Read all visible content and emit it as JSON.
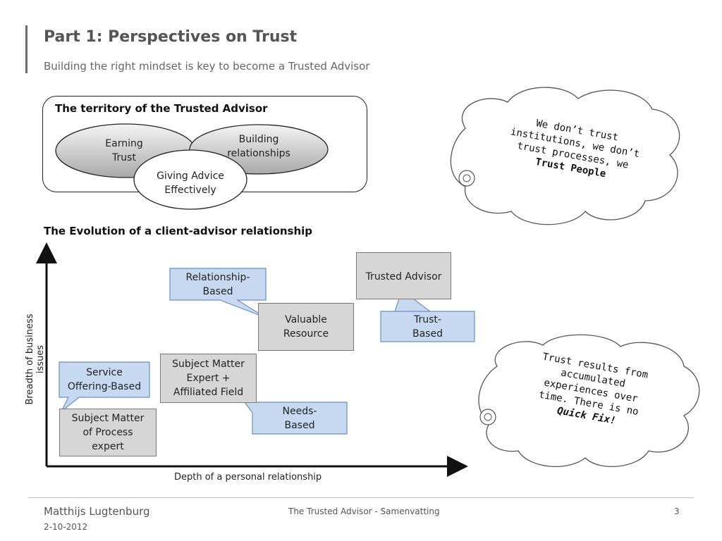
{
  "header": {
    "title": "Part 1: Perspectives on Trust",
    "subtitle": "Building the right mindset is key to become a Trusted Advisor"
  },
  "territory": {
    "title": "The territory of the Trusted Advisor",
    "ellipses": [
      {
        "line1": "Earning",
        "line2": "Trust"
      },
      {
        "line1": "Building",
        "line2": "relationships"
      },
      {
        "line1": "Giving Advice",
        "line2": "Effectively"
      }
    ]
  },
  "evolution": {
    "title": "The Evolution of a client-advisor relationship",
    "x_axis_label": "Depth of a personal relationship",
    "y_axis_label": "Breadth of business issues",
    "stages": [
      {
        "lines": [
          "Subject Matter",
          "of Process",
          "expert"
        ]
      },
      {
        "lines": [
          "Subject Matter",
          "Expert +",
          "Affiliated Field"
        ]
      },
      {
        "lines": [
          "Valuable",
          "Resource"
        ]
      },
      {
        "lines": [
          "Trusted Advisor"
        ]
      }
    ],
    "callouts": [
      {
        "lines": [
          "Service",
          "Offering-Based"
        ]
      },
      {
        "lines": [
          "Needs-",
          "Based"
        ]
      },
      {
        "lines": [
          "Relationship-",
          "Based"
        ]
      },
      {
        "lines": [
          "Trust-",
          "Based"
        ]
      }
    ]
  },
  "clouds": [
    {
      "lines": [
        "We don’t trust",
        "institutions, we don’t",
        "trust processes, we"
      ],
      "bold": "Trust People"
    },
    {
      "lines": [
        "Trust results from",
        "accumulated",
        "experiences over",
        "time. There is no"
      ],
      "bold": "Quick Fix!"
    }
  ],
  "footer": {
    "author": "Matthijs Lugtenburg",
    "center": "The Trusted Advisor - Samenvatting",
    "page": "3",
    "date": "2-10-2012"
  },
  "colors": {
    "gray_box": "#d6d6d6",
    "blue_callout": "#c7d9f1",
    "ellipse_gray": "#d0d0d0"
  }
}
